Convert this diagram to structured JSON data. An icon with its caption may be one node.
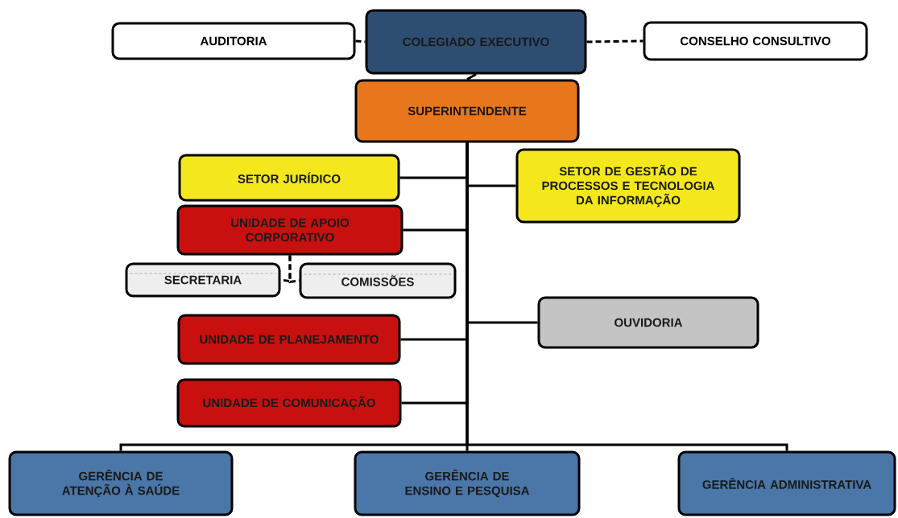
{
  "diagram": {
    "nodes": [
      {
        "text": [
          "AUDITORIA"
        ]
      },
      {
        "text": [
          "COLEGIADO EXECUTIVO"
        ]
      },
      {
        "text": [
          "CONSELHO CONSULTIVO"
        ]
      },
      {
        "text": [
          "SUPERINTENDENTE"
        ]
      },
      {
        "text": [
          "SETOR JURÍDICO"
        ]
      },
      {
        "text": [
          "SETOR DE GESTÃO DE PROCESSOS E TECNOLOGIA DA INFORMAÇÃO"
        ]
      },
      {
        "text": [
          "UNIDADE DE APOIO CORPORATIVO"
        ]
      },
      {
        "text": [
          "SECRETARIA"
        ]
      },
      {
        "text": [
          "COMISSÕES"
        ]
      },
      {
        "text": [
          "OUVIDORIA"
        ]
      },
      {
        "text": [
          "UNIDADE DE PLANEJAMENTO"
        ]
      },
      {
        "text": [
          "UNIDADE DE COMUNICAÇÃO"
        ]
      },
      {
        "text": [
          "GERÊNCIA DE ATENÇÃO À SAÚDE"
        ]
      },
      {
        "text": [
          "GERÊNCIA DE ENSINO E PESQUISA"
        ]
      },
      {
        "text": [
          "GERÊNCIA ADMINISTRATIVA"
        ]
      }
    ],
    "edges": [
      {
        "from": 0,
        "to": 1,
        "arrow": "none",
        "style": "dashed"
      },
      {
        "from": 1,
        "to": 2,
        "arrow": "none",
        "style": "dashed"
      },
      {
        "from": 1,
        "to": 3,
        "arrow": "none"
      },
      {
        "from": 3,
        "to": 4,
        "arrow": "none"
      },
      {
        "from": 3,
        "to": 5,
        "arrow": "none"
      },
      {
        "from": 3,
        "to": 6,
        "arrow": "none"
      },
      {
        "from": 6,
        "to": 7,
        "arrow": "none",
        "style": "dashed"
      },
      {
        "from": 6,
        "to": 8,
        "arrow": "none",
        "style": "dashed"
      },
      {
        "from": 3,
        "to": 9,
        "arrow": "none"
      },
      {
        "from": 3,
        "to": 10,
        "arrow": "none"
      },
      {
        "from": 3,
        "to": 11,
        "arrow": "none"
      },
      {
        "from": 3,
        "to": 12,
        "arrow": "none"
      },
      {
        "from": 3,
        "to": 13,
        "arrow": "none"
      },
      {
        "from": 3,
        "to": 14,
        "arrow": "none"
      }
    ]
  }
}
